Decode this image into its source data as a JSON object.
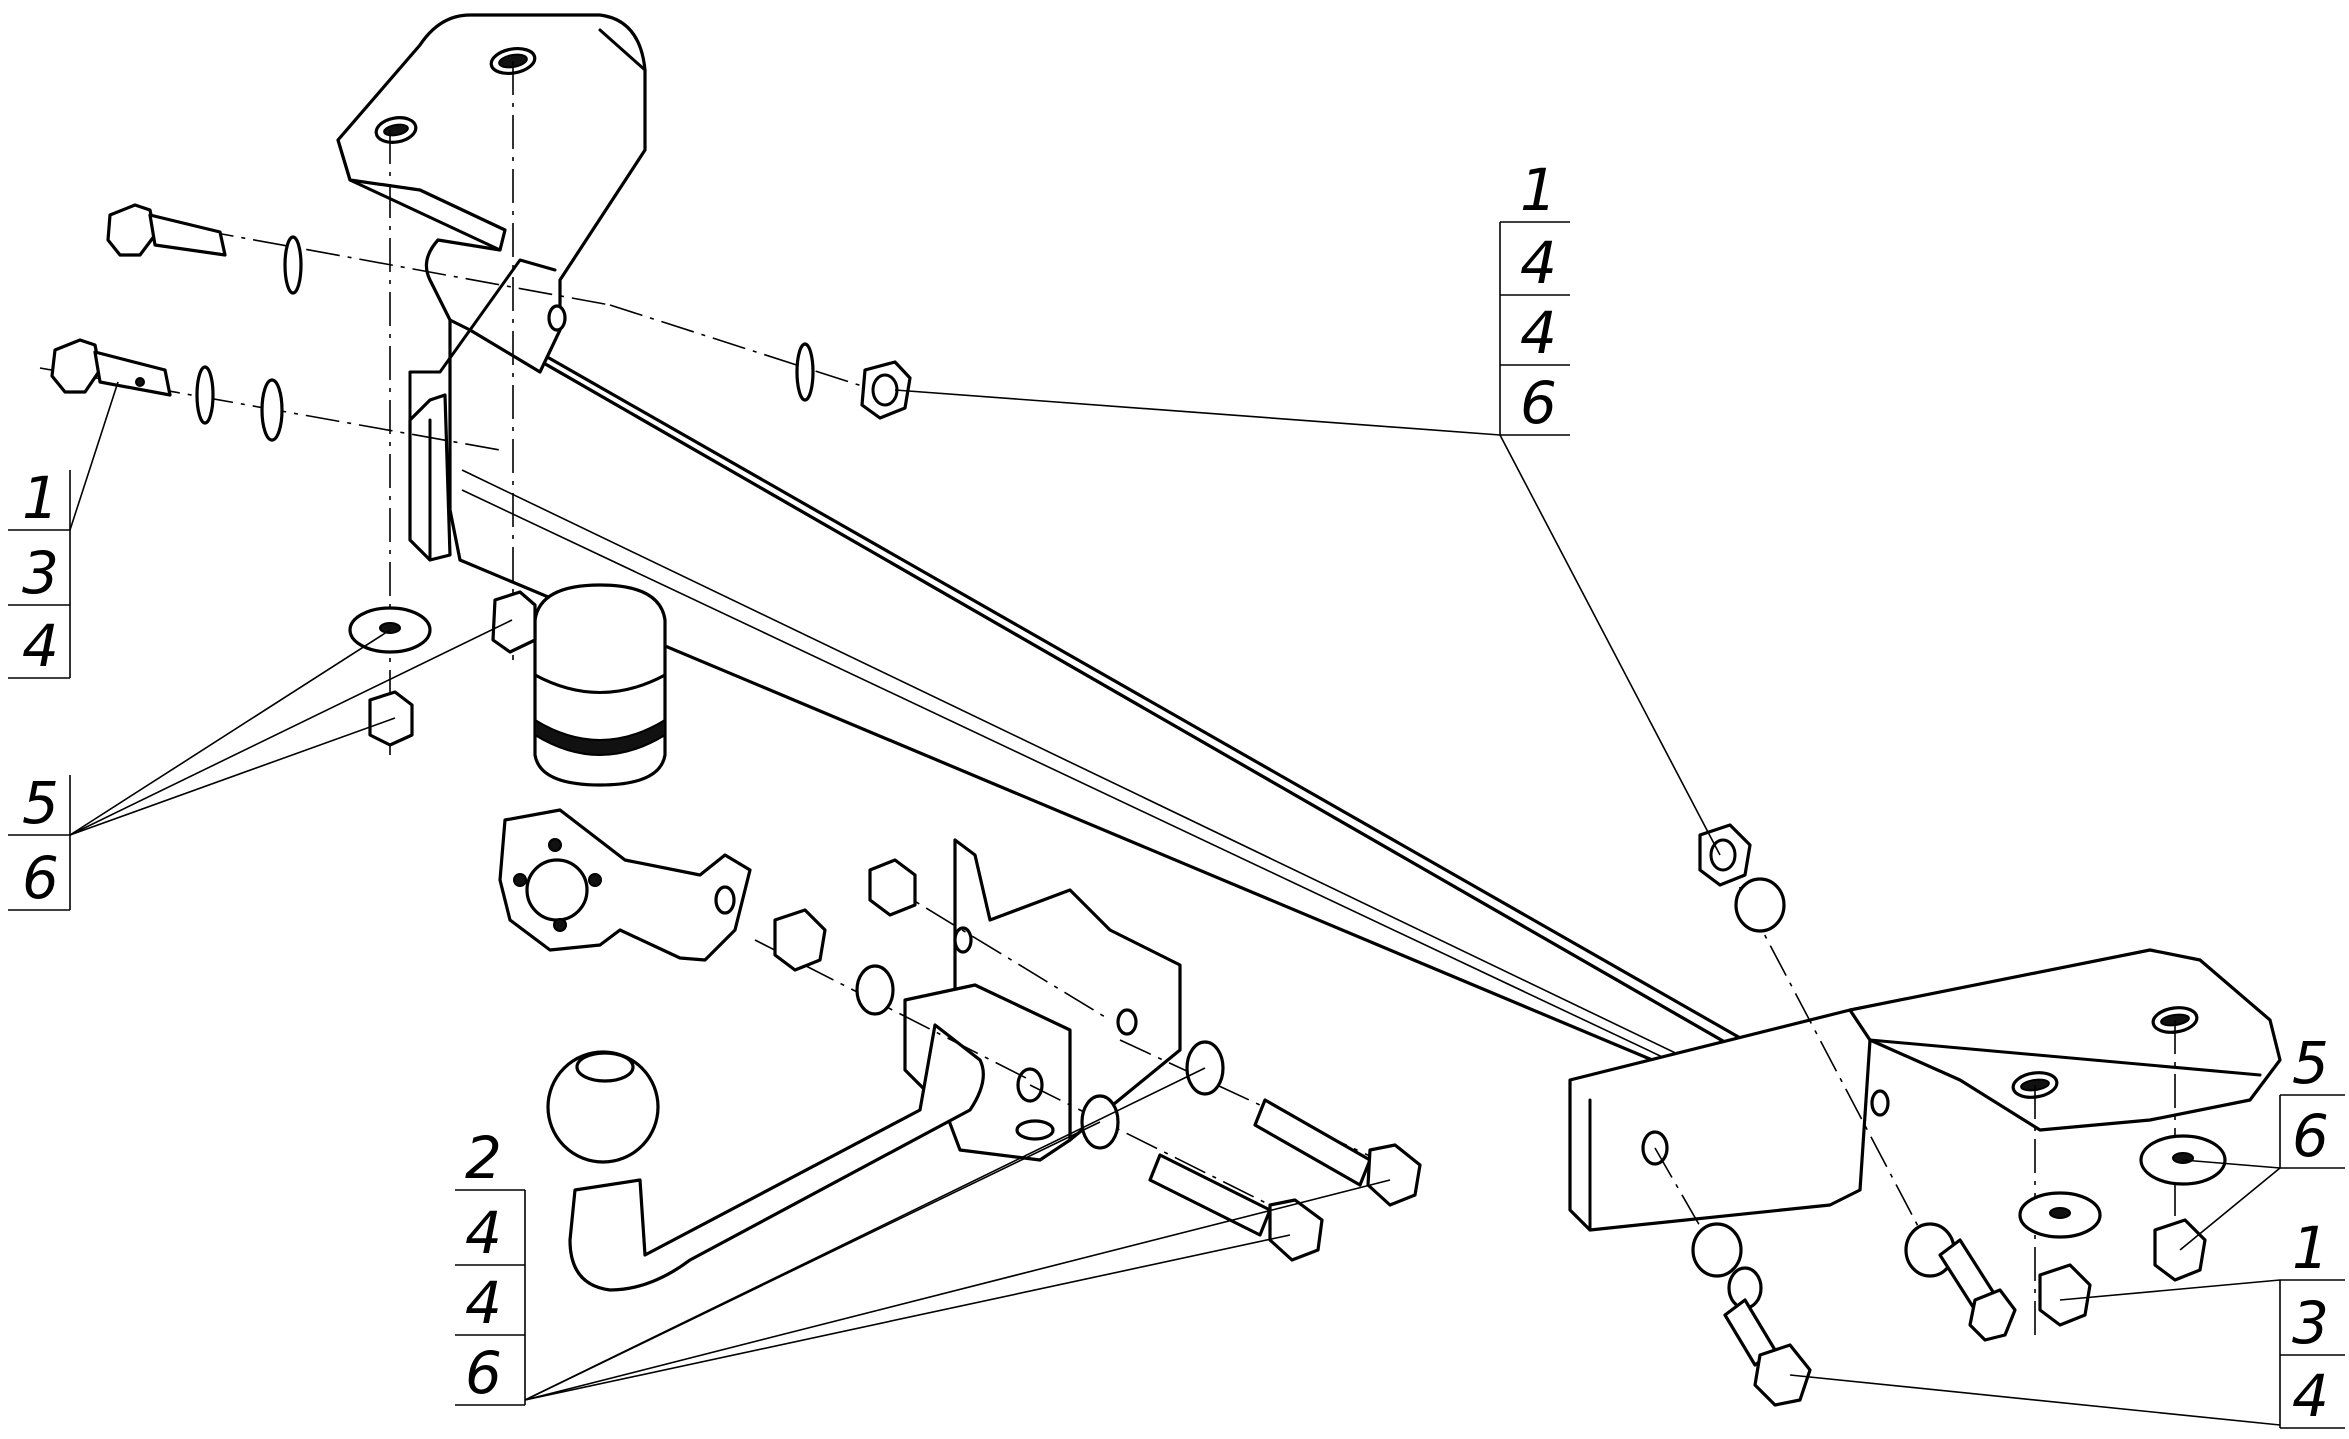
{
  "callouts": [
    {
      "id": "left-bolt",
      "numbers": [
        "1",
        "3",
        "4"
      ]
    },
    {
      "id": "left-washers",
      "numbers": [
        "5",
        "6"
      ]
    },
    {
      "id": "top-right",
      "numbers": [
        "1",
        "4",
        "4",
        "6"
      ]
    },
    {
      "id": "ball-bolts",
      "numbers": [
        "2",
        "4",
        "4",
        "6"
      ]
    },
    {
      "id": "right-washer",
      "numbers": [
        "5",
        "6"
      ]
    },
    {
      "id": "right-bolt",
      "numbers": [
        "1",
        "3",
        "4"
      ]
    }
  ],
  "colors": {
    "line": "#000000",
    "background": "#ffffff"
  }
}
